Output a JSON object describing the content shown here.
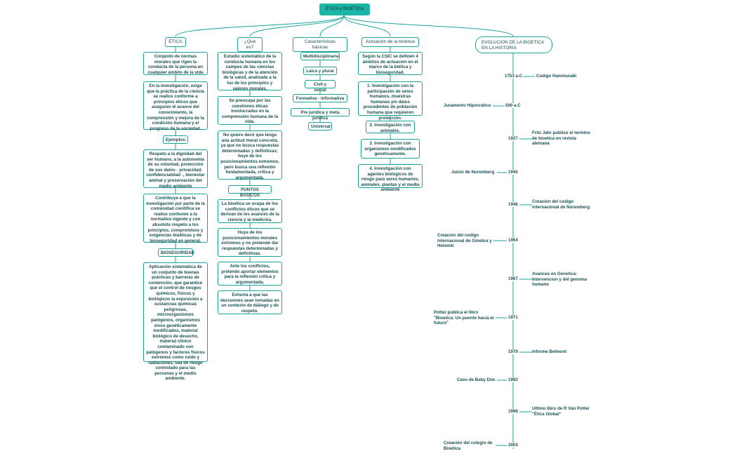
{
  "root": "ÉTICA y BIOÉTICA",
  "columns": {
    "etica": {
      "header": "ÉTICA",
      "boxes": [
        "Conjunto de normas morales que rigen la conducta de la persona en cualquier ámbito de la vida",
        "En la investigación, exige que la práctica de la ciencia se realice conforme a principios éticos que aseguren el avance del conocimiento, la comprensión y mejora de la condición humana y el progreso de la sociedad.",
        "Ejemplos:",
        "Respeto a la dignidad del ser humano, a la autonomía de su voluntad, protección de sus datos - privacidad, confidencialidad -, bienestar animal y preservación del medio ambiente",
        "Contribuye a que la investigación por parte de la comunidad científica se realice conforme a la normativa vigente y con absoluto respeto a los principios, compromisos y exigencias bioéticas y de bioseguridad en general.",
        "BIOSEGURIDAD",
        "Aplicación sistemática de un conjunto de buenas prácticas y barreras de contención, que garantice que el control de riesgos químicos, físicos y biológicos la exposición a sustancias químicas peligrosas, microorganismos patógenos, organismos vivos genéticamente modificados, material biológico de desecho, material clínico contaminado con patógenos y factores físicos extremos como ruido y radiaciones, sea de riesgo controlado para las personas y el medio ambiente."
      ]
    },
    "quees": {
      "header": "¿Que es?",
      "boxes": [
        "Estudio sistemático de la conducta humana en los campos de las ciencias biológicas y de la atención de la salud, analizada a la luz de los principios y valores morales.",
        "Se preocupa por las cuestiones éticas involucradas en la comprensión humana de la vida.",
        "No quiere decir que tenga una actitud moral concreta, ya que no busca respuestas determinadas y definitivas; huye de los posicionamientos extremos, pero busca una reflexión fundamentada, crítica y argumentada.",
        "PUNTOS BASICOS",
        "La bioética se ocupa de los conflictos éticos que se derivan de los avances de la ciencia y la medicina.",
        "Huye de los posicionamientos morales extremos y no pretende dar respuestas determinadas y definitivas.",
        "Ante los conflictos, pretende aportar elementos para la reflexión crítica y argumentada.",
        "Exhorta a que las decisiones sean tomadas en un contexto de diálogo y de respeto."
      ]
    },
    "caracteristicas": {
      "header": "Características básicas",
      "boxes": [
        "Multidisciplinaria",
        "Laica y plural",
        "Civil y social",
        "Formativa - informativa",
        "Pre jurídica y meta jurídica",
        "Universal"
      ]
    },
    "actuacion": {
      "header": "Actuación de la bioética",
      "boxes": [
        "Según la CSIC se definen 4 ámbitos de actuación en el marco de la biética y bioseguridad.",
        "1. Investigación con la participación de seres humanos, muestras humanas y/o datos procedentes de población humana que requieren protección.",
        "2. Investigación con animales.",
        "3. Investigación con organismos modificados genéticamente.",
        "4. Investigación con agentes biológicos de riesgo para seres humanos, animales, plantas y el medio ambiente"
      ]
    }
  },
  "timeline": {
    "header": "EVOLUCION DE LA BIOETICA\nEN LA HISTORIA",
    "events": [
      {
        "year": "1753 a.C",
        "text": "Codigo Hammurabi"
      },
      {
        "year": "500 a.C",
        "text": "Juramento Hipocratico"
      },
      {
        "year": "1927",
        "text": "Fritz Jahr publico el termino\nde bioetica en revista\nalemana"
      },
      {
        "year": "1945",
        "text": "Juicio de Nuremberg"
      },
      {
        "year": "1946",
        "text": "Creacion del codigo\ninternacional de Nuremberg"
      },
      {
        "year": "1964",
        "text": "Creacion del codigo\ninternacional de Ginebra y\nHelsinki"
      },
      {
        "year": "1967",
        "text": "Avances en Genetica:\nIntervencion y del genoma\nhumano"
      },
      {
        "year": "1971",
        "text": "Potter publica el libro\n\"Bioetica: Un puente hacia el\nfuturo\""
      },
      {
        "year": "1979",
        "text": "Informe Belmont"
      },
      {
        "year": "1983",
        "text": "Caso de Baby Doe"
      },
      {
        "year": "1998",
        "text": "Ultimo libro de R Van Potter\n\"Ética Global\""
      },
      {
        "year": "2003",
        "text": "Creación del colegio de\nBioética"
      }
    ]
  }
}
